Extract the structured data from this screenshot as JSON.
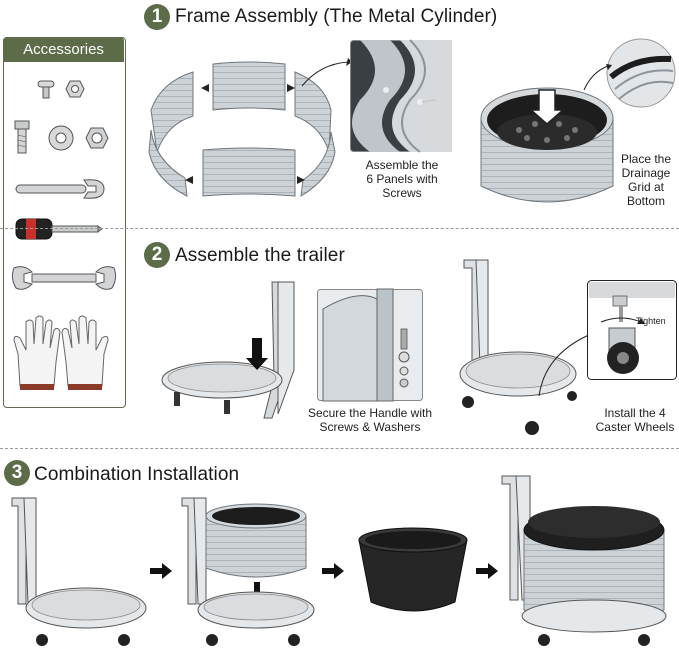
{
  "steps": [
    {
      "number": "1",
      "title": "Frame Assembly (The Metal Cylinder)"
    },
    {
      "number": "2",
      "title": "Assemble the trailer"
    },
    {
      "number": "3",
      "title": "Combination Installation"
    }
  ],
  "accessories": {
    "title": "Accessories",
    "items": [
      "screw-and-nut",
      "bolt-washer-nut",
      "wrench",
      "screwdriver",
      "open-end-wrench",
      "gloves"
    ]
  },
  "captions": {
    "assemble_panels": "Assemble the\n6 Panels with\nScrews",
    "drainage_grid": "Place the\nDrainage\nGrid at\nBottom",
    "secure_handle": "Secure the Handle with\nScrews & Washers",
    "caster_wheels": "Install the 4\nCaster Wheels",
    "tighten": "Tighten"
  },
  "colors": {
    "accent": "#5c6b48",
    "metal": "#c7ccd0",
    "metal_dark": "#8d959c",
    "liner": "#222222"
  }
}
